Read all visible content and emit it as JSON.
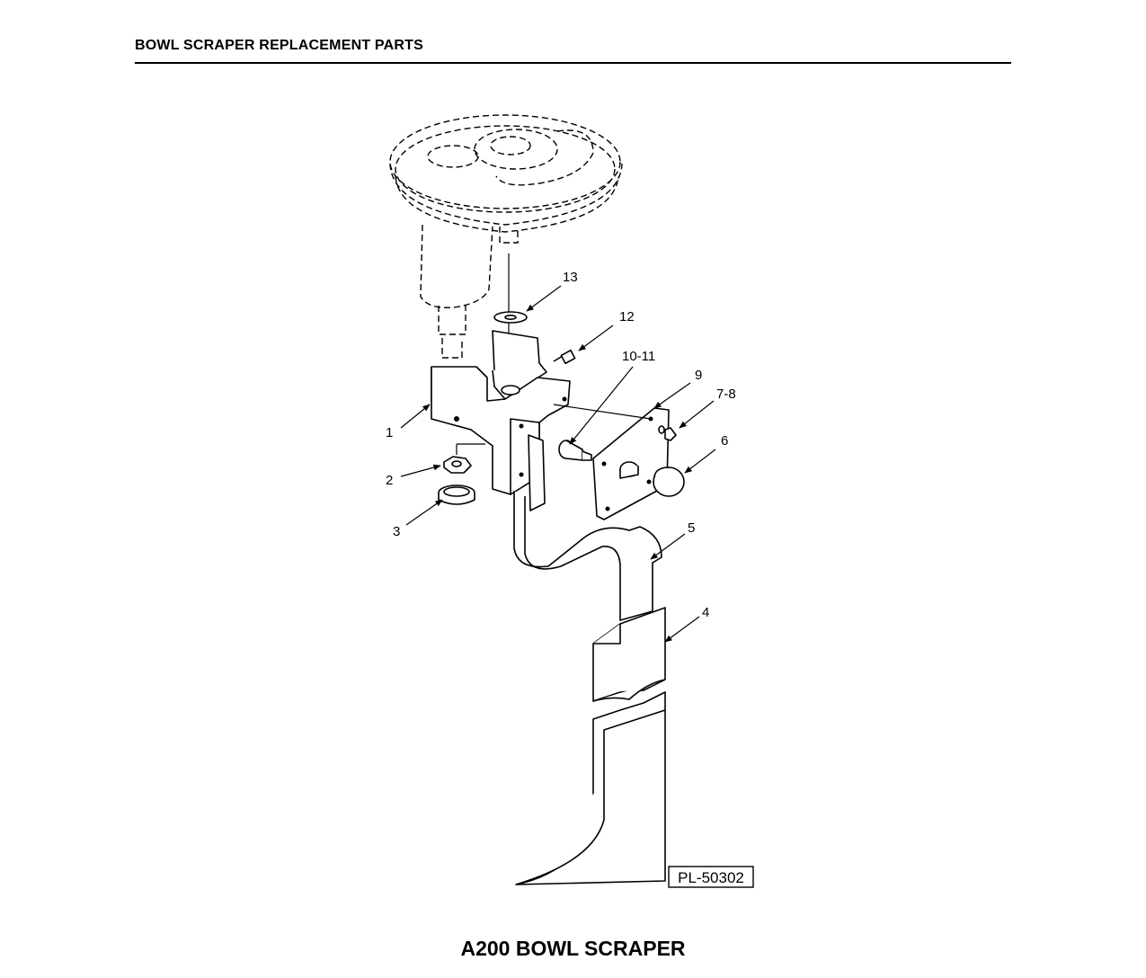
{
  "header": {
    "title": "BOWL SCRAPER REPLACEMENT PARTS"
  },
  "diagram": {
    "callouts": [
      {
        "id": "1",
        "label": "1"
      },
      {
        "id": "2",
        "label": "2"
      },
      {
        "id": "3",
        "label": "3"
      },
      {
        "id": "4",
        "label": "4"
      },
      {
        "id": "5",
        "label": "5"
      },
      {
        "id": "6",
        "label": "6"
      },
      {
        "id": "7-8",
        "label": "7-8"
      },
      {
        "id": "9",
        "label": "9"
      },
      {
        "id": "10-11",
        "label": "10-11"
      },
      {
        "id": "12",
        "label": "12"
      },
      {
        "id": "13",
        "label": "13"
      }
    ],
    "drawing_number": "PL-50302"
  },
  "footer": {
    "title": "A200 BOWL SCRAPER"
  }
}
